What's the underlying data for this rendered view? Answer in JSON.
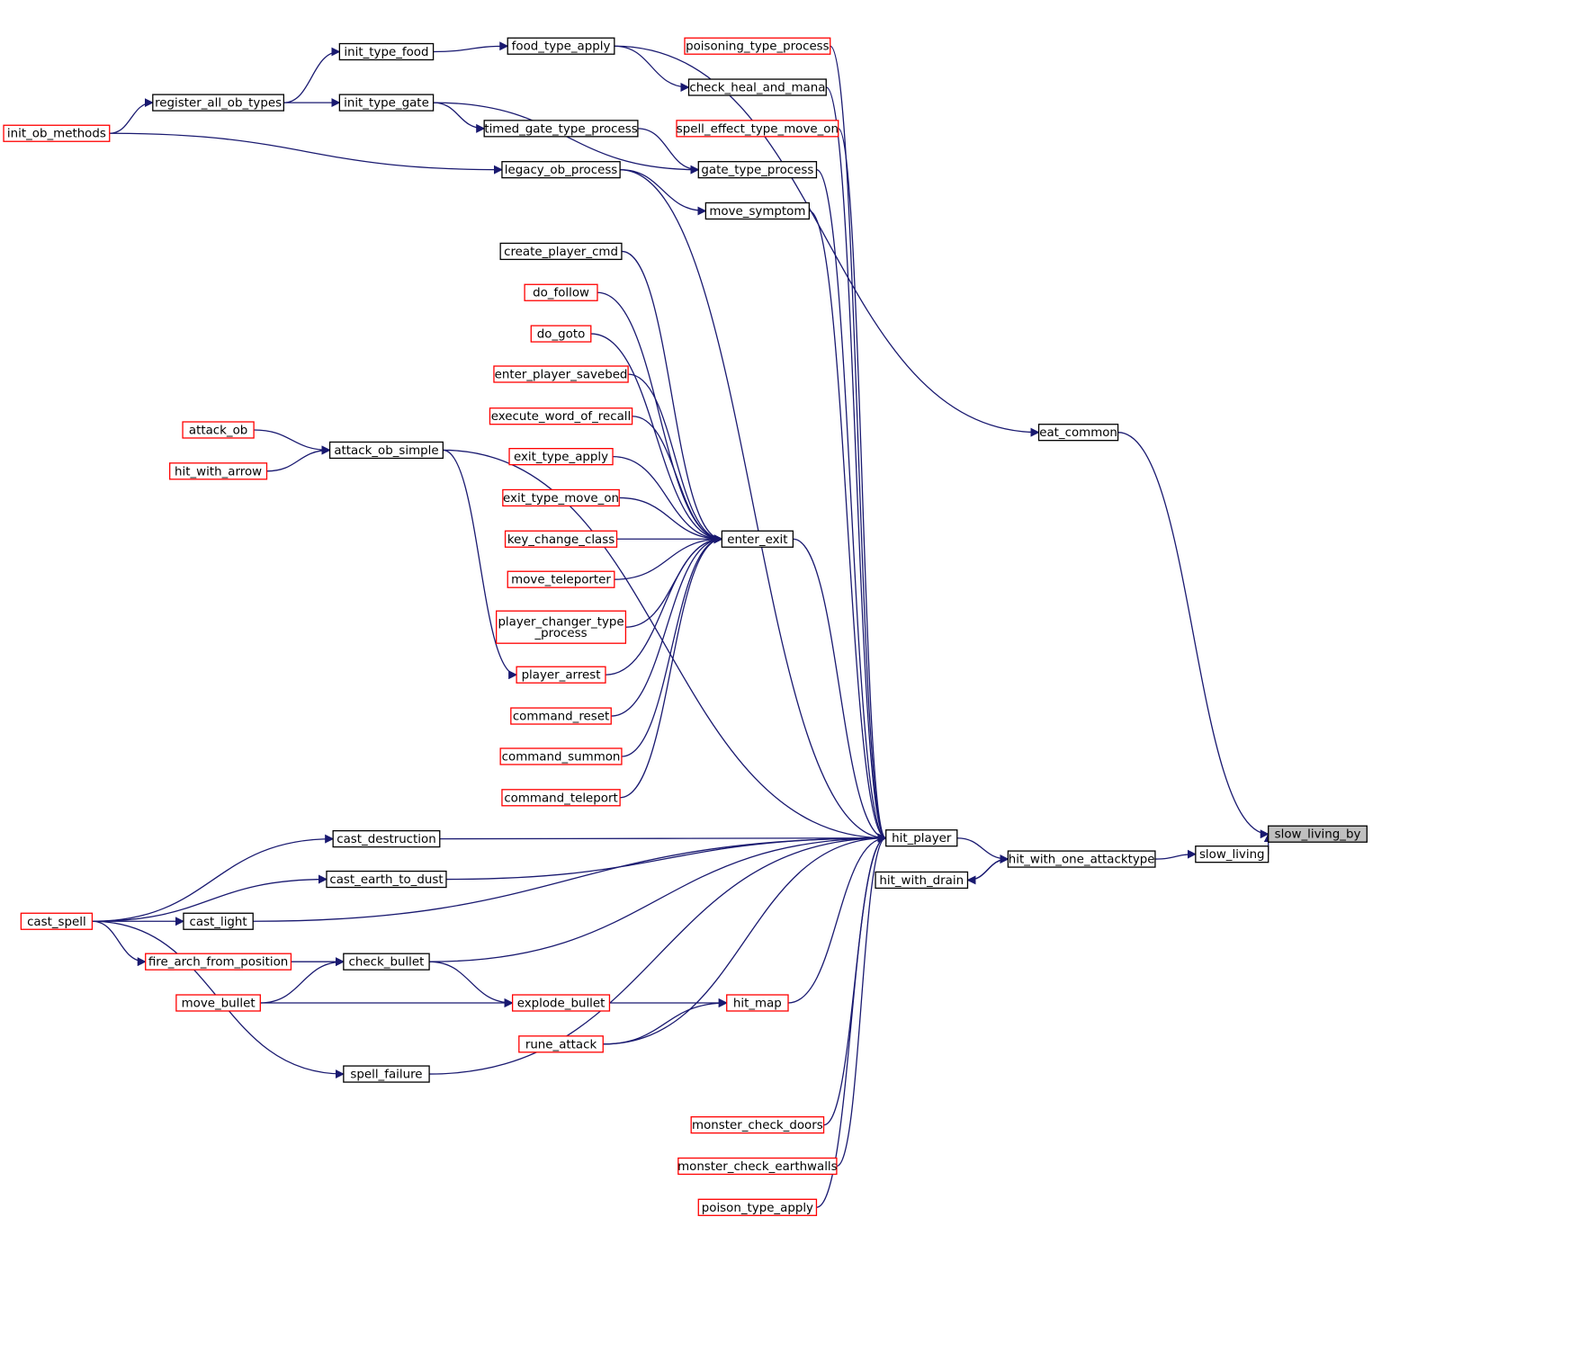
{
  "colors": {
    "edge": "#191970",
    "plain_border": "#000000",
    "truncated_border": "#ff0000",
    "focus_fill": "#bfbfbf",
    "node_fill": "#ffffff"
  },
  "graph": {
    "focus": "slow_living_by",
    "nodes": [
      {
        "id": "slow_living_by",
        "label": "slow_living_by",
        "style": "focus"
      },
      {
        "id": "slow_living",
        "label": "slow_living",
        "style": "plain"
      },
      {
        "id": "eat_common",
        "label": "eat_common",
        "style": "plain"
      },
      {
        "id": "hit_with_one_attacktype",
        "label": "hit_with_one_attacktype",
        "style": "plain"
      },
      {
        "id": "hit_player",
        "label": "hit_player",
        "style": "plain"
      },
      {
        "id": "hit_with_drain",
        "label": "hit_with_drain",
        "style": "plain"
      },
      {
        "id": "food_type_apply",
        "label": "food_type_apply",
        "style": "plain"
      },
      {
        "id": "init_type_food",
        "label": "init_type_food",
        "style": "plain"
      },
      {
        "id": "register_all_ob_types",
        "label": "register_all_ob_types",
        "style": "plain"
      },
      {
        "id": "init_type_gate",
        "label": "init_type_gate",
        "style": "plain"
      },
      {
        "id": "init_ob_methods",
        "label": "init_ob_methods",
        "style": "truncated"
      },
      {
        "id": "timed_gate_type_process",
        "label": "timed_gate_type_process",
        "style": "plain"
      },
      {
        "id": "legacy_ob_process",
        "label": "legacy_ob_process",
        "style": "plain"
      },
      {
        "id": "poisoning_type_process",
        "label": "poisoning_type_process",
        "style": "truncated"
      },
      {
        "id": "check_heal_and_mana",
        "label": "check_heal_and_mana",
        "style": "plain"
      },
      {
        "id": "spell_effect_type_move_on",
        "label": "spell_effect_type_move_on",
        "style": "truncated"
      },
      {
        "id": "gate_type_process",
        "label": "gate_type_process",
        "style": "plain"
      },
      {
        "id": "move_symptom",
        "label": "move_symptom",
        "style": "plain"
      },
      {
        "id": "enter_exit",
        "label": "enter_exit",
        "style": "plain"
      },
      {
        "id": "create_player_cmd",
        "label": "create_player_cmd",
        "style": "plain"
      },
      {
        "id": "do_follow",
        "label": "do_follow",
        "style": "truncated"
      },
      {
        "id": "do_goto",
        "label": "do_goto",
        "style": "truncated"
      },
      {
        "id": "enter_player_savebed",
        "label": "enter_player_savebed",
        "style": "truncated"
      },
      {
        "id": "execute_word_of_recall",
        "label": "execute_word_of_recall",
        "style": "truncated"
      },
      {
        "id": "exit_type_apply",
        "label": "exit_type_apply",
        "style": "truncated"
      },
      {
        "id": "exit_type_move_on",
        "label": "exit_type_move_on",
        "style": "truncated"
      },
      {
        "id": "key_change_class",
        "label": "key_change_class",
        "style": "truncated"
      },
      {
        "id": "move_teleporter",
        "label": "move_teleporter",
        "style": "truncated"
      },
      {
        "id": "player_changer_type_process",
        "label": "player_changer_type\n_process",
        "style": "truncated"
      },
      {
        "id": "player_arrest",
        "label": "player_arrest",
        "style": "truncated"
      },
      {
        "id": "command_reset",
        "label": "command_reset",
        "style": "truncated"
      },
      {
        "id": "command_summon",
        "label": "command_summon",
        "style": "truncated"
      },
      {
        "id": "command_teleport",
        "label": "command_teleport",
        "style": "truncated"
      },
      {
        "id": "attack_ob_simple",
        "label": "attack_ob_simple",
        "style": "plain"
      },
      {
        "id": "attack_ob",
        "label": "attack_ob",
        "style": "truncated"
      },
      {
        "id": "hit_with_arrow",
        "label": "hit_with_arrow",
        "style": "truncated"
      },
      {
        "id": "cast_destruction",
        "label": "cast_destruction",
        "style": "plain"
      },
      {
        "id": "cast_earth_to_dust",
        "label": "cast_earth_to_dust",
        "style": "plain"
      },
      {
        "id": "cast_light",
        "label": "cast_light",
        "style": "plain"
      },
      {
        "id": "cast_spell",
        "label": "cast_spell",
        "style": "truncated"
      },
      {
        "id": "check_bullet",
        "label": "check_bullet",
        "style": "plain"
      },
      {
        "id": "fire_arch_from_position",
        "label": "fire_arch_from_position",
        "style": "truncated"
      },
      {
        "id": "move_bullet",
        "label": "move_bullet",
        "style": "truncated"
      },
      {
        "id": "explode_bullet",
        "label": "explode_bullet",
        "style": "truncated"
      },
      {
        "id": "hit_map",
        "label": "hit_map",
        "style": "truncated"
      },
      {
        "id": "rune_attack",
        "label": "rune_attack",
        "style": "truncated"
      },
      {
        "id": "spell_failure",
        "label": "spell_failure",
        "style": "plain"
      },
      {
        "id": "monster_check_doors",
        "label": "monster_check_doors",
        "style": "truncated"
      },
      {
        "id": "monster_check_earthwalls",
        "label": "monster_check_earthwalls",
        "style": "truncated"
      },
      {
        "id": "poison_type_apply",
        "label": "poison_type_apply",
        "style": "truncated"
      }
    ],
    "edges": [
      {
        "from": "slow_living",
        "to": "slow_living_by"
      },
      {
        "from": "eat_common",
        "to": "slow_living_by"
      },
      {
        "from": "hit_with_one_attacktype",
        "to": "slow_living"
      },
      {
        "from": "hit_player",
        "to": "hit_with_one_attacktype"
      },
      {
        "from": "hit_with_drain",
        "to": "hit_with_one_attacktype"
      },
      {
        "from": "hit_with_one_attacktype",
        "to": "hit_with_drain"
      },
      {
        "from": "food_type_apply",
        "to": "eat_common"
      },
      {
        "from": "init_type_food",
        "to": "food_type_apply"
      },
      {
        "from": "register_all_ob_types",
        "to": "init_type_food"
      },
      {
        "from": "register_all_ob_types",
        "to": "init_type_gate"
      },
      {
        "from": "init_ob_methods",
        "to": "register_all_ob_types"
      },
      {
        "from": "init_ob_methods",
        "to": "legacy_ob_process"
      },
      {
        "from": "init_type_gate",
        "to": "timed_gate_type_process"
      },
      {
        "from": "init_type_gate",
        "to": "gate_type_process"
      },
      {
        "from": "timed_gate_type_process",
        "to": "gate_type_process"
      },
      {
        "from": "legacy_ob_process",
        "to": "move_symptom"
      },
      {
        "from": "food_type_apply",
        "to": "check_heal_and_mana"
      },
      {
        "from": "poisoning_type_process",
        "to": "hit_player"
      },
      {
        "from": "check_heal_and_mana",
        "to": "hit_player"
      },
      {
        "from": "spell_effect_type_move_on",
        "to": "hit_player"
      },
      {
        "from": "gate_type_process",
        "to": "hit_player"
      },
      {
        "from": "move_symptom",
        "to": "hit_player"
      },
      {
        "from": "legacy_ob_process",
        "to": "hit_player"
      },
      {
        "from": "attack_ob_simple",
        "to": "hit_player"
      },
      {
        "from": "enter_exit",
        "to": "hit_player"
      },
      {
        "from": "create_player_cmd",
        "to": "enter_exit"
      },
      {
        "from": "do_follow",
        "to": "enter_exit"
      },
      {
        "from": "do_goto",
        "to": "enter_exit"
      },
      {
        "from": "enter_player_savebed",
        "to": "enter_exit"
      },
      {
        "from": "execute_word_of_recall",
        "to": "enter_exit"
      },
      {
        "from": "exit_type_apply",
        "to": "enter_exit"
      },
      {
        "from": "exit_type_move_on",
        "to": "enter_exit"
      },
      {
        "from": "key_change_class",
        "to": "enter_exit"
      },
      {
        "from": "move_teleporter",
        "to": "enter_exit"
      },
      {
        "from": "player_changer_type_process",
        "to": "enter_exit"
      },
      {
        "from": "player_arrest",
        "to": "enter_exit"
      },
      {
        "from": "command_reset",
        "to": "enter_exit"
      },
      {
        "from": "command_summon",
        "to": "enter_exit"
      },
      {
        "from": "command_teleport",
        "to": "enter_exit"
      },
      {
        "from": "attack_ob",
        "to": "attack_ob_simple"
      },
      {
        "from": "hit_with_arrow",
        "to": "attack_ob_simple"
      },
      {
        "from": "attack_ob_simple",
        "to": "player_arrest"
      },
      {
        "from": "cast_destruction",
        "to": "hit_player"
      },
      {
        "from": "cast_earth_to_dust",
        "to": "hit_player"
      },
      {
        "from": "cast_light",
        "to": "hit_player"
      },
      {
        "from": "check_bullet",
        "to": "hit_player"
      },
      {
        "from": "hit_map",
        "to": "hit_player"
      },
      {
        "from": "rune_attack",
        "to": "hit_player"
      },
      {
        "from": "spell_failure",
        "to": "hit_player"
      },
      {
        "from": "monster_check_doors",
        "to": "hit_player"
      },
      {
        "from": "monster_check_earthwalls",
        "to": "hit_player"
      },
      {
        "from": "poison_type_apply",
        "to": "hit_player"
      },
      {
        "from": "cast_spell",
        "to": "cast_destruction"
      },
      {
        "from": "cast_spell",
        "to": "cast_earth_to_dust"
      },
      {
        "from": "cast_spell",
        "to": "cast_light"
      },
      {
        "from": "cast_spell",
        "to": "fire_arch_from_position"
      },
      {
        "from": "cast_spell",
        "to": "spell_failure"
      },
      {
        "from": "fire_arch_from_position",
        "to": "check_bullet"
      },
      {
        "from": "move_bullet",
        "to": "check_bullet"
      },
      {
        "from": "move_bullet",
        "to": "explode_bullet"
      },
      {
        "from": "check_bullet",
        "to": "explode_bullet"
      },
      {
        "from": "explode_bullet",
        "to": "hit_map"
      },
      {
        "from": "rune_attack",
        "to": "hit_map"
      }
    ]
  }
}
